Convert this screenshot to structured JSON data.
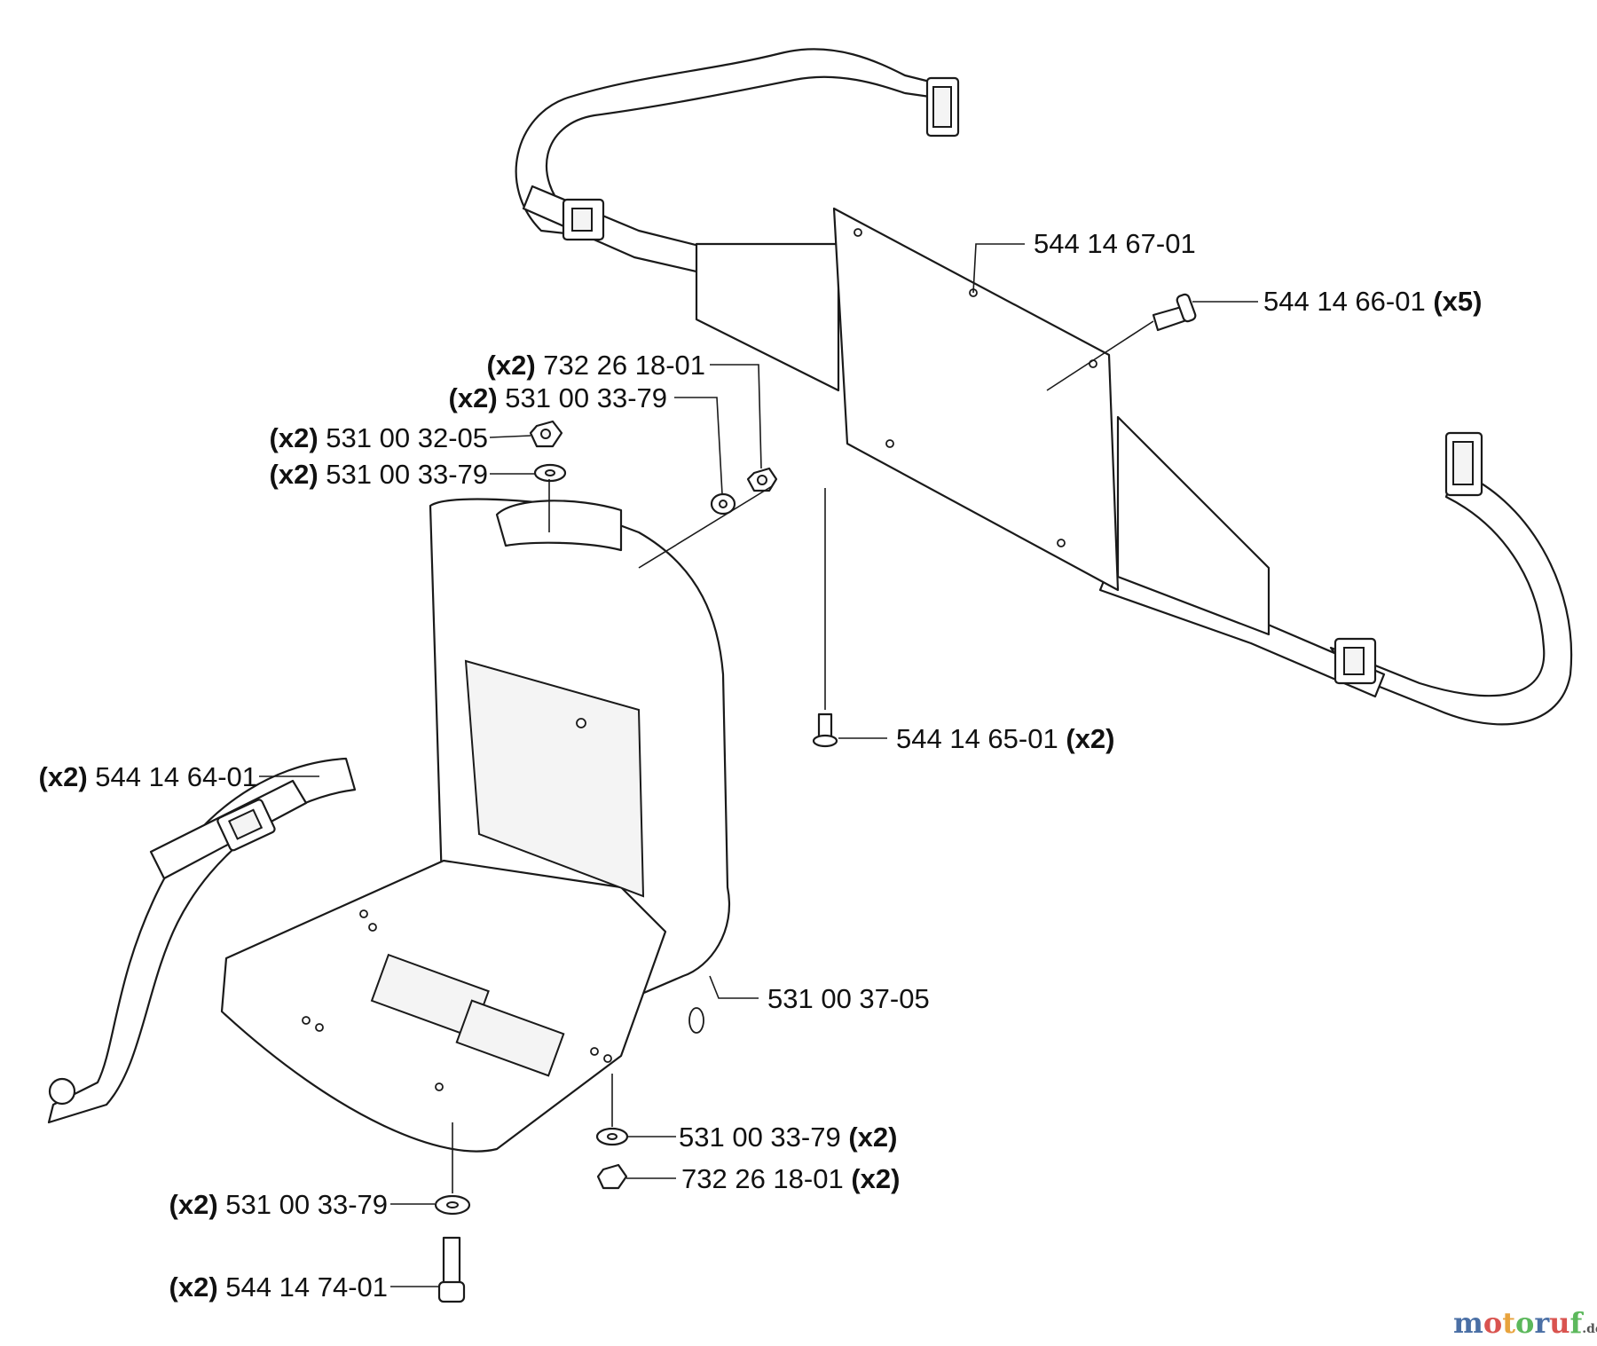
{
  "parts": [
    {
      "qty": "",
      "number": "544 14 67-01",
      "suffix": ""
    },
    {
      "qty": "",
      "number": "544 14 66-01",
      "suffix": "(x5)"
    },
    {
      "qty": "(x2)",
      "number": "732 26 18-01",
      "suffix": ""
    },
    {
      "qty": "(x2)",
      "number": "531 00 33-79",
      "suffix": ""
    },
    {
      "qty": "(x2)",
      "number": "531 00 32-05",
      "suffix": ""
    },
    {
      "qty": "(x2)",
      "number": "531 00 33-79",
      "suffix": ""
    },
    {
      "qty": "",
      "number": "544 14 65-01",
      "suffix": "(x2)"
    },
    {
      "qty": "(x2)",
      "number": "544 14 64-01",
      "suffix": ""
    },
    {
      "qty": "",
      "number": "531 00 37-05",
      "suffix": ""
    },
    {
      "qty": "",
      "number": "531 00 33-79",
      "suffix": "(x2)"
    },
    {
      "qty": "",
      "number": "732 26 18-01",
      "suffix": "(x2)"
    },
    {
      "qty": "(x2)",
      "number": "531 00 33-79",
      "suffix": ""
    },
    {
      "qty": "(x2)",
      "number": "544 14 74-01",
      "suffix": ""
    }
  ],
  "watermark": {
    "letters": [
      "m",
      "o",
      "t",
      "o",
      "r",
      "u",
      "f"
    ],
    "letter_colors": [
      "#4a6fa5",
      "#d9534f",
      "#e8a33d",
      "#5cb85c",
      "#4a6fa5",
      "#d9534f",
      "#5cb85c"
    ],
    "suffix": ".de"
  }
}
